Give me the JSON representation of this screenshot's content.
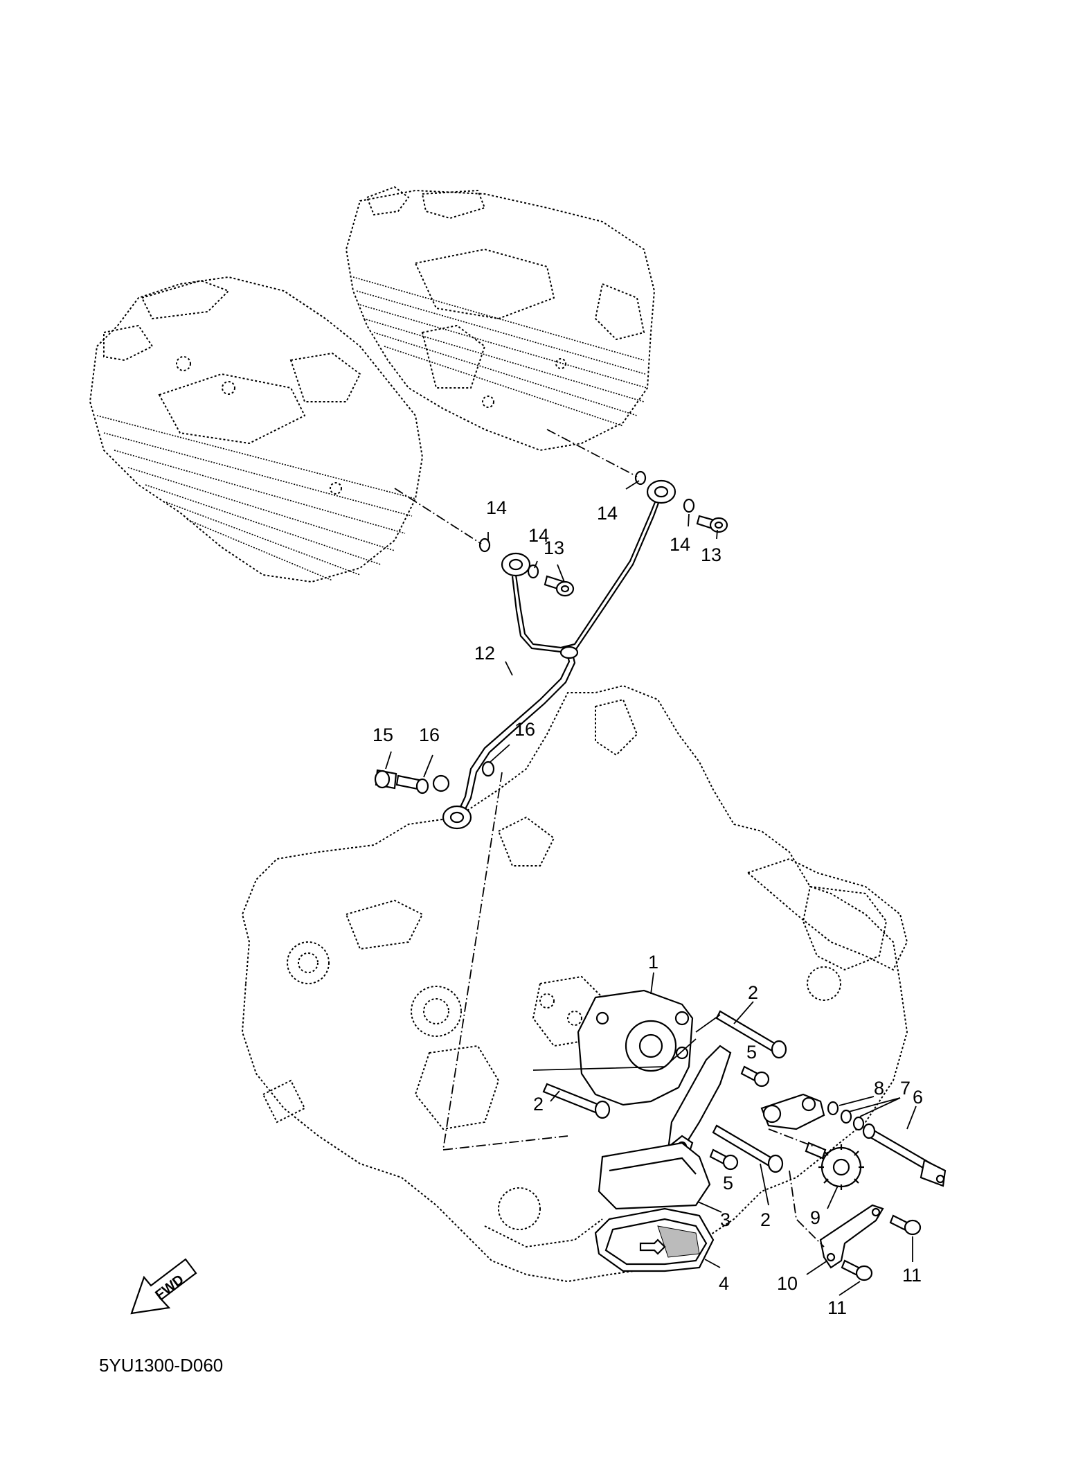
{
  "diagram": {
    "code": "5YU1300-D060",
    "fwd_label": "FWD",
    "callouts": [
      {
        "id": "c1",
        "label": "1"
      },
      {
        "id": "c2a",
        "label": "2"
      },
      {
        "id": "c2b",
        "label": "2"
      },
      {
        "id": "c2c",
        "label": "2"
      },
      {
        "id": "c3",
        "label": "3"
      },
      {
        "id": "c4",
        "label": "4"
      },
      {
        "id": "c5a",
        "label": "5"
      },
      {
        "id": "c5b",
        "label": "5"
      },
      {
        "id": "c6",
        "label": "6"
      },
      {
        "id": "c7",
        "label": "7"
      },
      {
        "id": "c8",
        "label": "8"
      },
      {
        "id": "c9",
        "label": "9"
      },
      {
        "id": "c10",
        "label": "10"
      },
      {
        "id": "c11a",
        "label": "11"
      },
      {
        "id": "c11b",
        "label": "11"
      },
      {
        "id": "c12",
        "label": "12"
      },
      {
        "id": "c13a",
        "label": "13"
      },
      {
        "id": "c13b",
        "label": "13"
      },
      {
        "id": "c14a",
        "label": "14"
      },
      {
        "id": "c14b",
        "label": "14"
      },
      {
        "id": "c14c",
        "label": "14"
      },
      {
        "id": "c14d",
        "label": "14"
      },
      {
        "id": "c15",
        "label": "15"
      },
      {
        "id": "c16a",
        "label": "16"
      },
      {
        "id": "c16b",
        "label": "16"
      }
    ]
  }
}
